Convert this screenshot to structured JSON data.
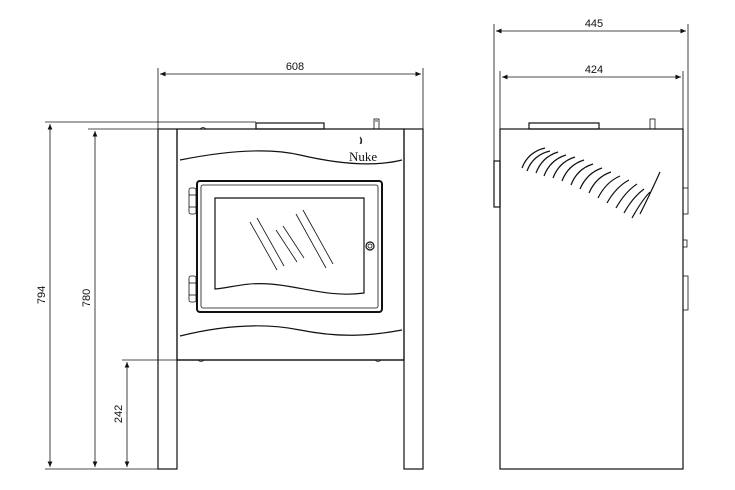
{
  "dimensions": {
    "front_width": "608",
    "total_height": "794",
    "body_height": "780",
    "leg_height": "242",
    "side_overall_depth": "445",
    "side_body_depth": "424"
  },
  "logo": {
    "text": "Nuke"
  }
}
